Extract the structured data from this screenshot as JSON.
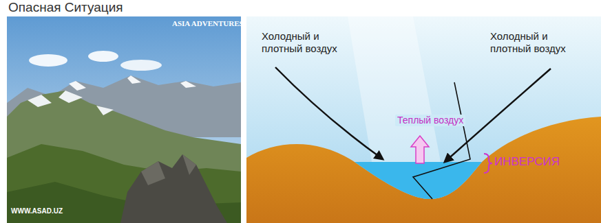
{
  "diagram": {
    "title": "Опасная Ситуация",
    "labels": [
      "ASIA ADVENTURES",
      "WWW.ASAD.UZ",
      "Холодный и плотный воздух",
      "Холодный и плотный воздух",
      "Теплый воздух",
      "ИНВЕРСИЯ"
    ]
  }
}
